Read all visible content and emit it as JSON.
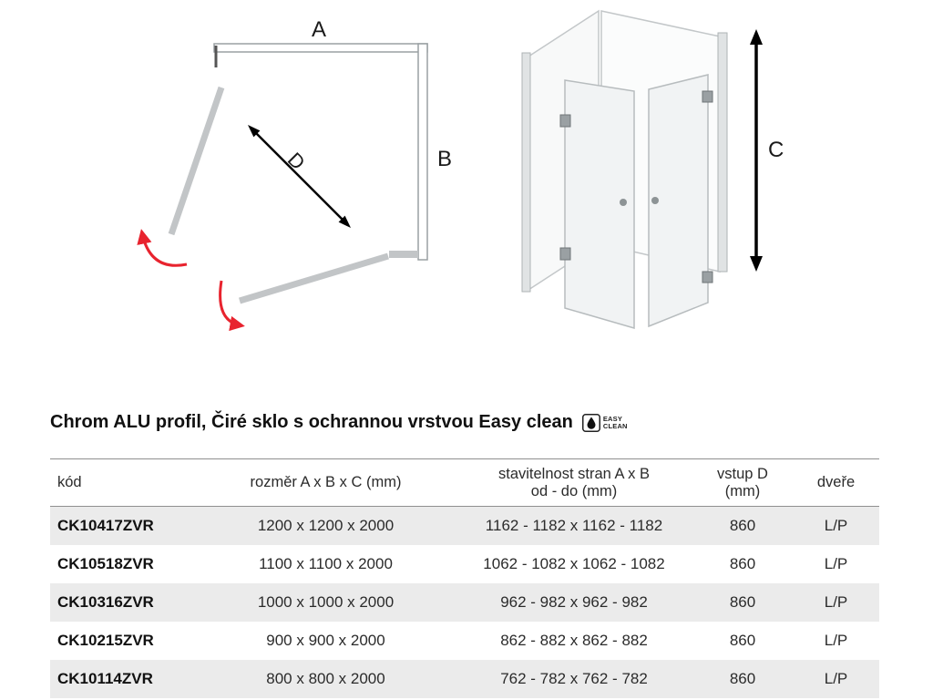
{
  "diagrams": {
    "plan": {
      "label_a": "A",
      "label_b": "B",
      "label_d": "D"
    },
    "iso": {
      "label_c": "C"
    }
  },
  "section": {
    "title": "Chrom ALU profil, Čiré sklo s ochrannou vrstvou Easy clean",
    "badge": {
      "line1": "EASY",
      "line2": "CLEAN",
      "icon": "water-drop-icon"
    }
  },
  "table": {
    "headers": {
      "kod": "kód",
      "rozmer": "rozměr A x B x C (mm)",
      "stavitelnost_line1": "stavitelnost stran A x B",
      "stavitelnost_line2": "od - do (mm)",
      "vstup_line1": "vstup D",
      "vstup_line2": "(mm)",
      "dvere": "dveře"
    },
    "rows": [
      {
        "kod": "CK10417ZVR",
        "rozmer": "1200 x 1200 x 2000",
        "stavitelnost": "1162 - 1182 x 1162 - 1182",
        "vstup": "860",
        "dvere": "L/P"
      },
      {
        "kod": "CK10518ZVR",
        "rozmer": "1100 x 1100 x 2000",
        "stavitelnost": "1062 - 1082 x 1062 - 1082",
        "vstup": "860",
        "dvere": "L/P"
      },
      {
        "kod": "CK10316ZVR",
        "rozmer": "1000 x 1000 x 2000",
        "stavitelnost": "962 - 982 x 962 - 982",
        "vstup": "860",
        "dvere": "L/P"
      },
      {
        "kod": "CK10215ZVR",
        "rozmer": "900 x 900 x 2000",
        "stavitelnost": "862 - 882 x 862 - 882",
        "vstup": "860",
        "dvere": "L/P"
      },
      {
        "kod": "CK10114ZVR",
        "rozmer": "800 x 800 x 2000",
        "stavitelnost": "762 - 782 x 762 - 782",
        "vstup": "860",
        "dvere": "L/P"
      }
    ]
  },
  "colors": {
    "accent_red": "#e8232e",
    "row_shade": "#ebebeb",
    "diagram_gray": "#c2c5c7"
  }
}
